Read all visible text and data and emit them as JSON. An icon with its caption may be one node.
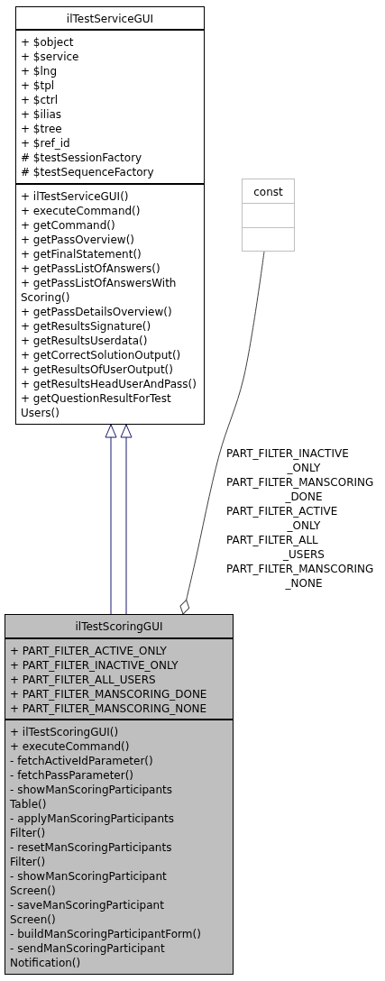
{
  "diagram": {
    "nodes": [
      {
        "text": [
          "ilTestServiceGUI"
        ]
      },
      {
        "text": [
          "+ $object",
          "+ $service",
          "+ $lng",
          "+ $tpl",
          "+ $ctrl",
          "+ $ilias",
          "+ $tree",
          "+ $ref_id",
          "# $testSessionFactory",
          "# $testSequenceFactory"
        ],
        "in": 0
      },
      {
        "text": [
          "+ ilTestServiceGUI()",
          "+ executeCommand()",
          "+ getCommand()",
          "+ getPassOverview()",
          "+ getFinalStatement()",
          "+ getPassListOfAnswers()",
          "+ getPassListOfAnswersWith Scoring()",
          "+ getPassDetailsOverview()",
          "+ getResultsSignature()",
          "+ getResultsUserdata()",
          "+ getCorrectSolutionOutput()",
          "+ getResultsOfUserOutput()",
          "+ getResultsHeadUserAndPass()",
          "+ getQuestionResultForTest Users()"
        ],
        "in": 0
      },
      {
        "text": [
          "const"
        ]
      },
      {
        "text": [],
        "shape": "box",
        "in": 3
      },
      {
        "text": [],
        "shape": "box",
        "in": 3
      },
      {
        "text": [
          "ilTestScoringGUI"
        ]
      },
      {
        "text": [
          "+ PART_FILTER_ACTIVE_ONLY",
          "+ PART_FILTER_INACTIVE_ONLY",
          "+ PART_FILTER_ALL_USERS",
          "+ PART_FILTER_MANSCORING_DONE",
          "+ PART_FILTER_MANSCORING_NONE"
        ],
        "in": 6
      },
      {
        "text": [
          "+ ilTestScoringGUI()",
          "+ executeCommand()",
          "- fetchActiveIdParameter()",
          "- fetchPassParameter()",
          "- showManScoringParticipants Table()",
          "- applyManScoringParticipants Filter()",
          "- resetManScoringParticipants Filter()",
          "- showManScoringParticipant Screen()",
          "- saveManScoringParticipant Screen()",
          "- buildManScoringParticipantForm()",
          "- sendManScoringParticipant Notification()"
        ],
        "in": 6
      }
    ],
    "edges": [
      {
        "from": 6,
        "to": 0,
        "arrow": "to"
      },
      {
        "from": 6,
        "to": 0,
        "arrow": "to"
      },
      {
        "from": 3,
        "to": 6,
        "arrow": "other",
        "label": "PART_FILTER_INACTIVE _ONLY PART_FILTER_MANSCORING _DONE PART_FILTER_ACTIVE _ONLY PART_FILTER_ALL _USERS PART_FILTER_MANSCORING _NONE",
        "color": "#404040"
      }
    ]
  }
}
